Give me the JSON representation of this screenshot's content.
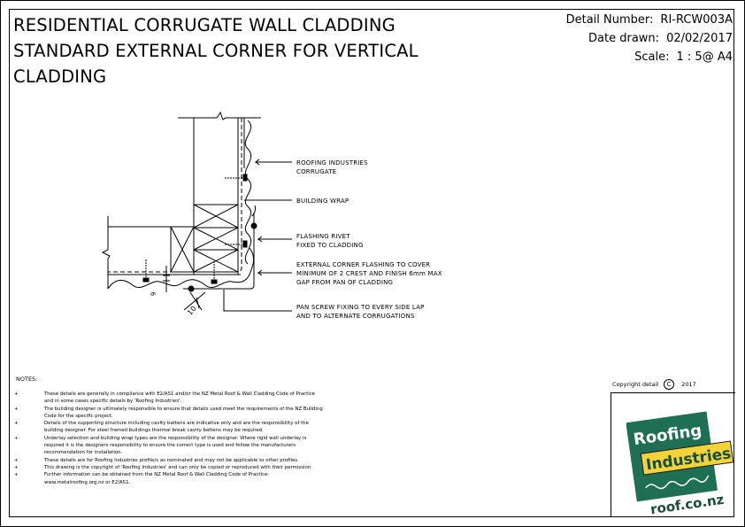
{
  "title_block": {
    "title_lines": [
      "RESIDENTIAL CORRUGATE WALL CLADDING",
      "STANDARD EXTERNAL CORNER FOR VERTICAL",
      "CLADDING"
    ],
    "detail_number_label": "Detail Number:",
    "detail_number": "RI-RCW003A",
    "date_label": "Date drawn:",
    "date": "02/02/2017",
    "scale_label": "Scale:",
    "scale": "1 : 5@ A4"
  },
  "callouts": [
    {
      "lines": [
        "ROOFING INDUSTRIES",
        "CORRUGATE"
      ]
    },
    {
      "lines": [
        "BUILDING WRAP"
      ]
    },
    {
      "lines": [
        "FLASHING RIVET",
        "FIXED TO CLADDING"
      ]
    },
    {
      "lines": [
        "EXTERNAL CORNER FLASHING TO COVER",
        "MINIMUM OF 2 CREST AND FINISH 6mm MAX",
        "GAP FROM PAN OF CLADDING"
      ]
    },
    {
      "lines": [
        "PAN SCREW FIXING TO EVERY SIDE LAP",
        "AND TO ALTERNATE CORRUGATIONS"
      ]
    }
  ],
  "dimensions": {
    "gap": "6",
    "cover": "10"
  },
  "notes": {
    "heading": "NOTES:",
    "bullet": "+",
    "items": [
      [
        "These details are generally in compliance with E2/AS1 and/or the NZ Metal Roof & Wall Cladding Code of Practice",
        "and in some cases specific details by 'Roofing Industries'."
      ],
      [
        "The building designer is ultimately responsible to ensure that details used meet the requirements of the NZ Building",
        "Code for the specific project."
      ],
      [
        "Details of the supporting structure including cavity battens are indicative only and are the responsibility of the",
        "building designer.  For steel framed buildings thermal break cavity battens may be required."
      ],
      [
        "Underlay selection and building wrap types are the responsibility of the designer.  Where rigid wall underlay is",
        "required it is the designers responsibility to ensure the correct type is used and follow the manufacturers",
        "recommendation for installation."
      ],
      [
        "These details are for Roofing Industries profile/s as nominated and may not be applicable to other profiles."
      ],
      [
        "This drawing is the copyright of 'Roofing Industries' and can only be copied or reproduced with their permission."
      ],
      [
        "Further information can be obtained from the NZ Metal Roof & Wall Cladding Code of Practice:",
        "www.metalroofing.org.nz or E2/AS1."
      ]
    ]
  },
  "copyright": {
    "label": "Copyright detail",
    "symbol": "C",
    "year": "2017"
  },
  "logo": {
    "line1": "Roofing",
    "line2": "Industries",
    "url": "roof.co.nz",
    "colors": {
      "green": "#1f6f55",
      "yellow": "#f2d43a"
    }
  }
}
